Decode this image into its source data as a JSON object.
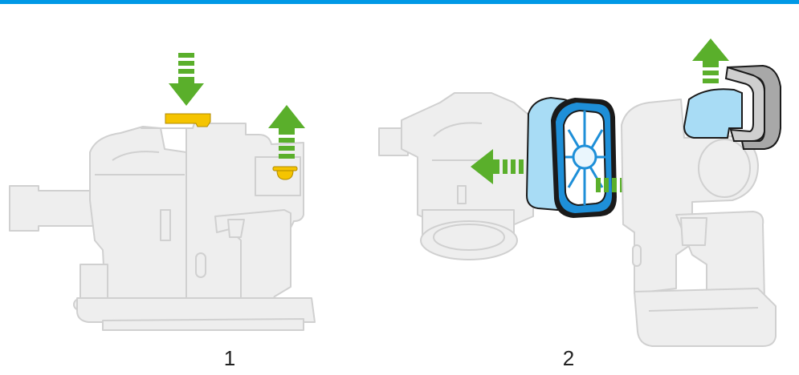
{
  "colors": {
    "top_bar": "#0099e6",
    "machine_fill": "#eeeeee",
    "machine_stroke": "#d0d0d0",
    "arrow_green": "#5aaf2b",
    "button_yellow": "#f5c400",
    "filter_light_blue": "#a8dcf5",
    "filter_blue": "#1e8fd8",
    "filter_dark": "#1a1a1a",
    "shroud_grey": "#a8a8a8"
  },
  "steps": [
    {
      "number": "1",
      "icon": "press-release-button-and-raise-catch"
    },
    {
      "number": "2",
      "icon": "remove-post-motor-filter-and-pre-filter"
    }
  ]
}
